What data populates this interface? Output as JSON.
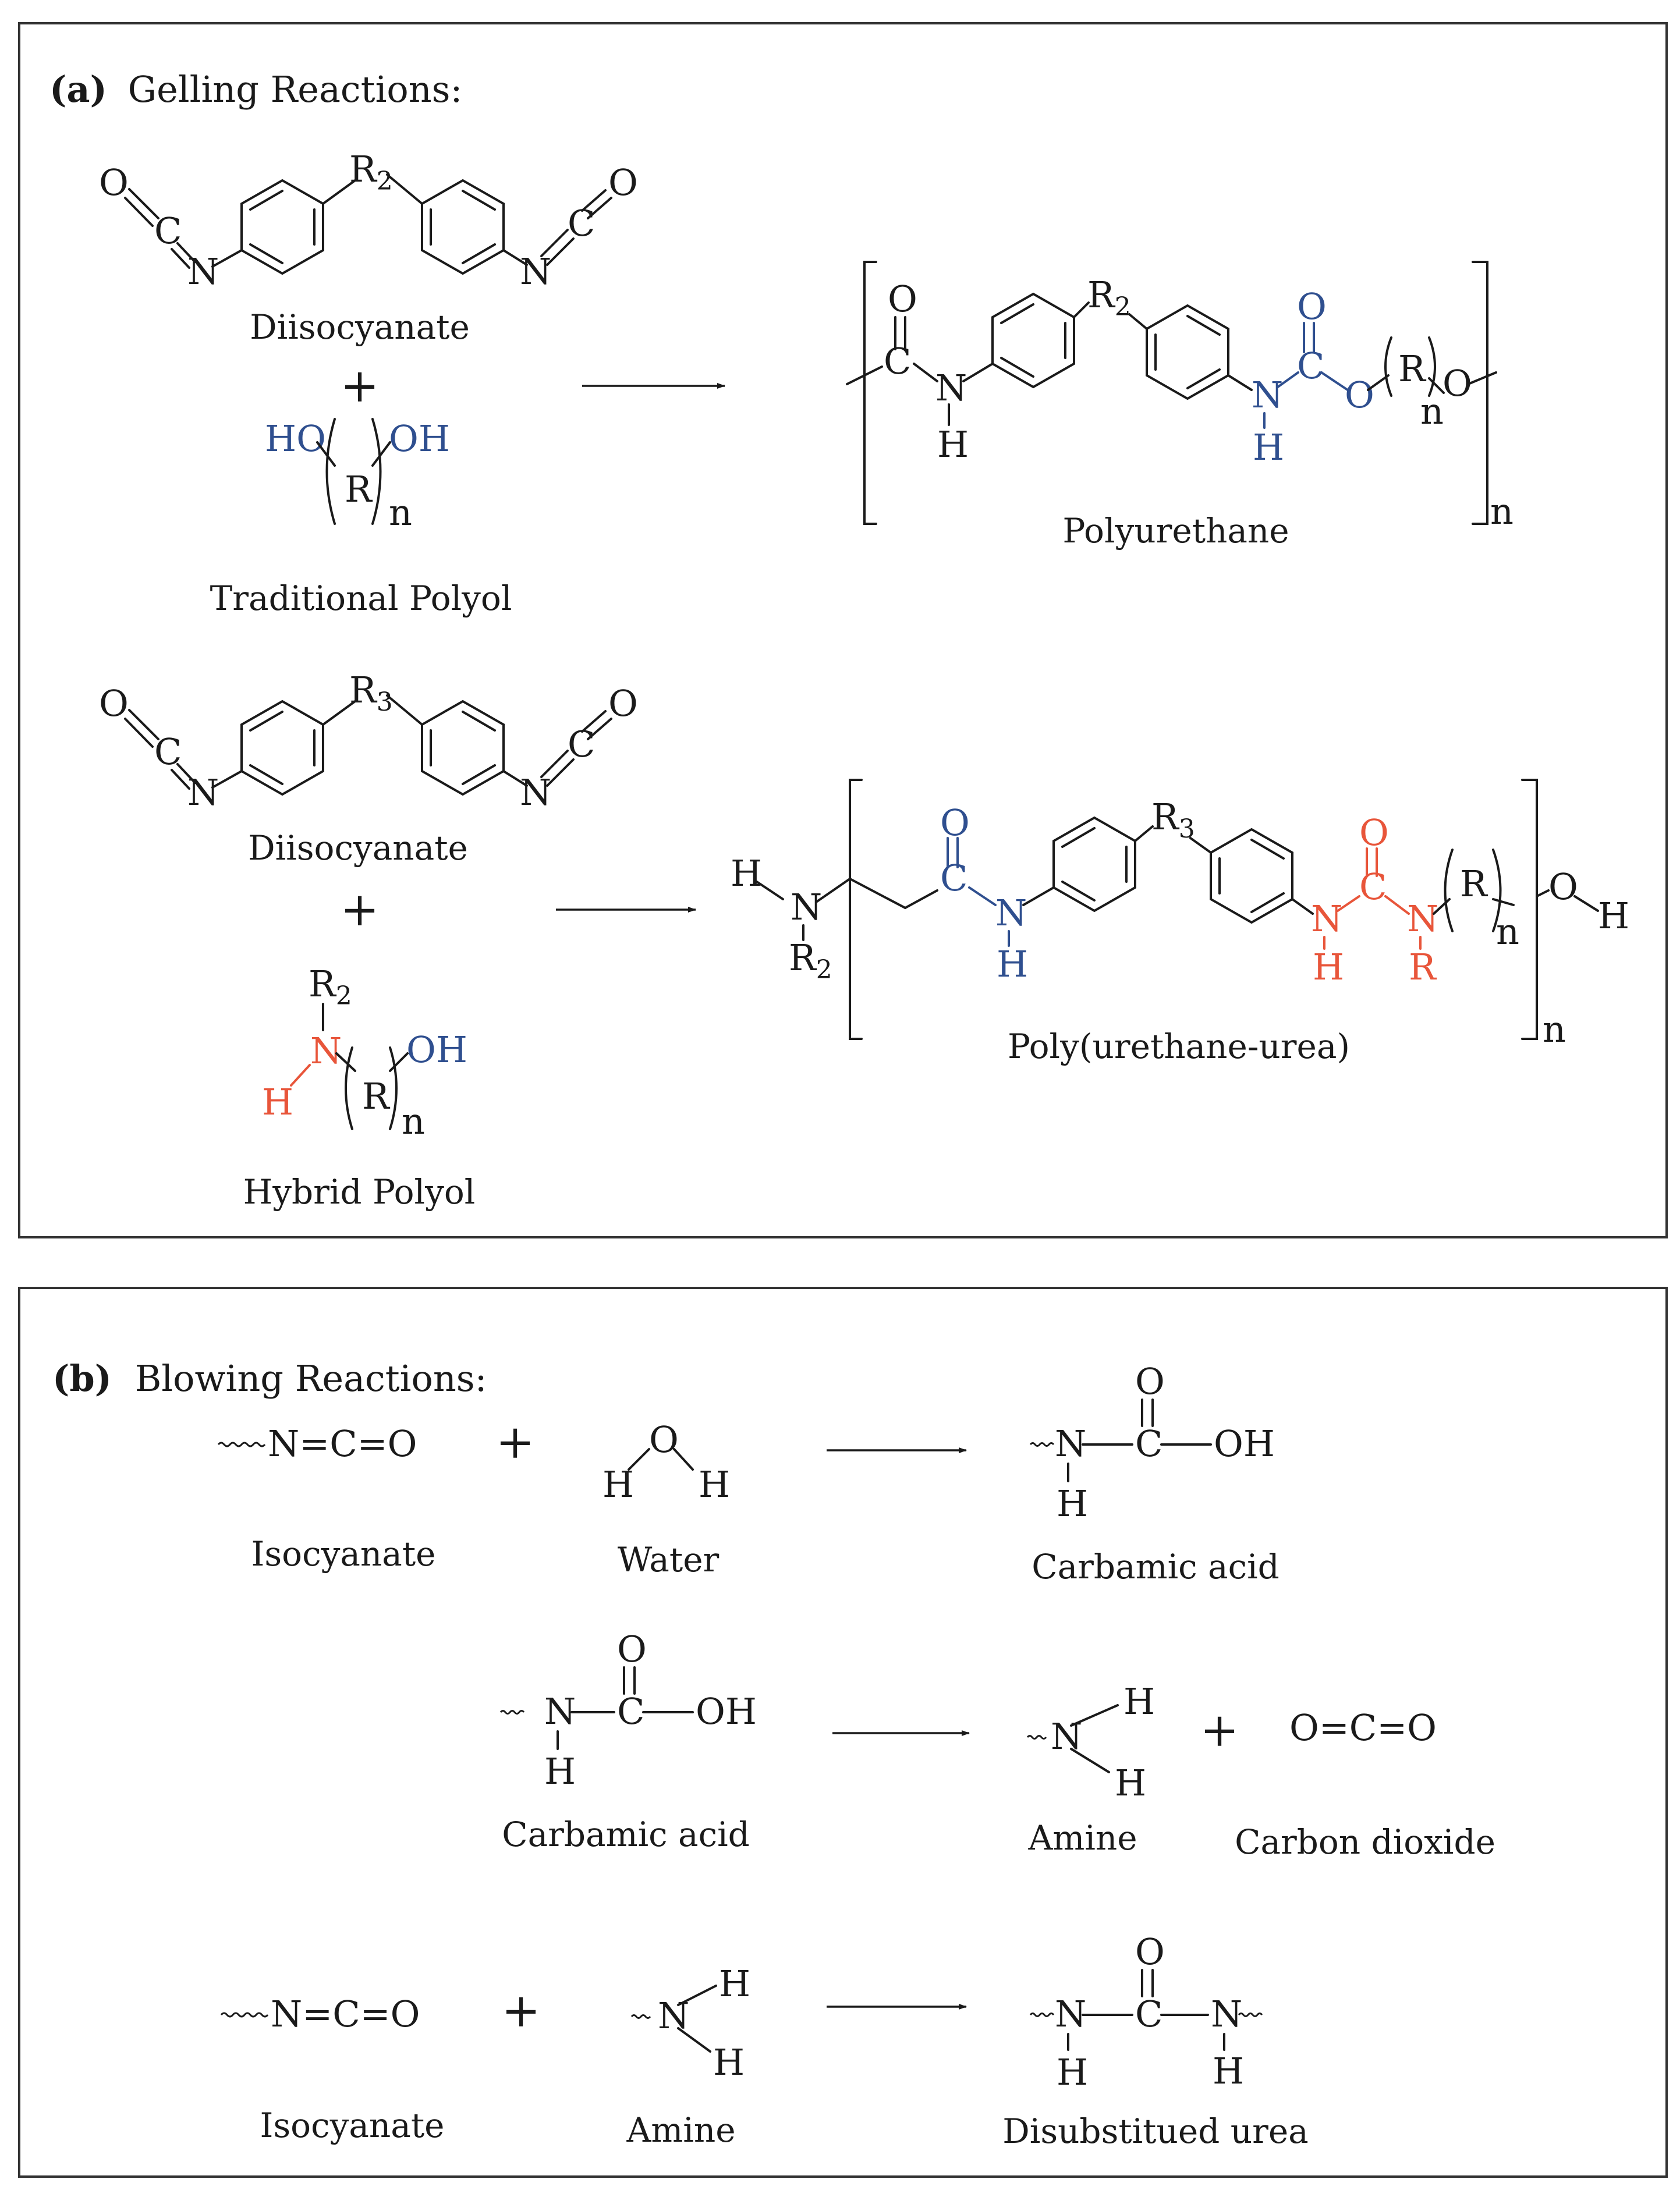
{
  "panel_a": {
    "tag": "(a)",
    "title": "Gelling Reactions:",
    "reaction1": {
      "reactant1_label": "Diisocyanate",
      "r_group": "R",
      "r_group_sub": "2",
      "plus": "+",
      "reactant2_label": "Traditional Polyol",
      "reactant2_left": "HO",
      "reactant2_right": "OH",
      "reactant2_r": "R",
      "reactant2_n": "n",
      "product_label": "Polyurethane",
      "product_n": "n"
    },
    "reaction2": {
      "reactant1_label": "Diisocyanate",
      "r_group": "R",
      "r_group_sub": "3",
      "plus": "+",
      "reactant2_label": "Hybrid Polyol",
      "reactant2_top": "R",
      "reactant2_top_sub": "2",
      "reactant2_h": "H",
      "reactant2_n_atom": "N",
      "reactant2_oh": "OH",
      "reactant2_r": "R",
      "reactant2_n": "n",
      "product_label": "Poly(urethane-urea)",
      "product_n": "n"
    }
  },
  "panel_b": {
    "tag": "(b)",
    "title": "Blowing Reactions:",
    "reaction1": {
      "reactant1_formula": "N=C=O",
      "reactant1_label": "Isocyanate",
      "plus": "+",
      "reactant2_label": "Water",
      "product_label": "Carbamic acid"
    },
    "reaction2": {
      "reactant_label": "Carbamic acid",
      "product1_label": "Amine",
      "plus": "+",
      "product2_formula": "O=C=O",
      "product2_label": "Carbon dioxide"
    },
    "reaction3": {
      "reactant1_formula": "N=C=O",
      "reactant1_label": "Isocyanate",
      "plus": "+",
      "reactant2_label": "Amine",
      "product_label": "Disubstitued urea"
    }
  },
  "colors": {
    "urethane_blue": "#2f4f8f",
    "urea_red": "#e8553a",
    "ink": "#1a1a1a",
    "frame": "#333333"
  }
}
